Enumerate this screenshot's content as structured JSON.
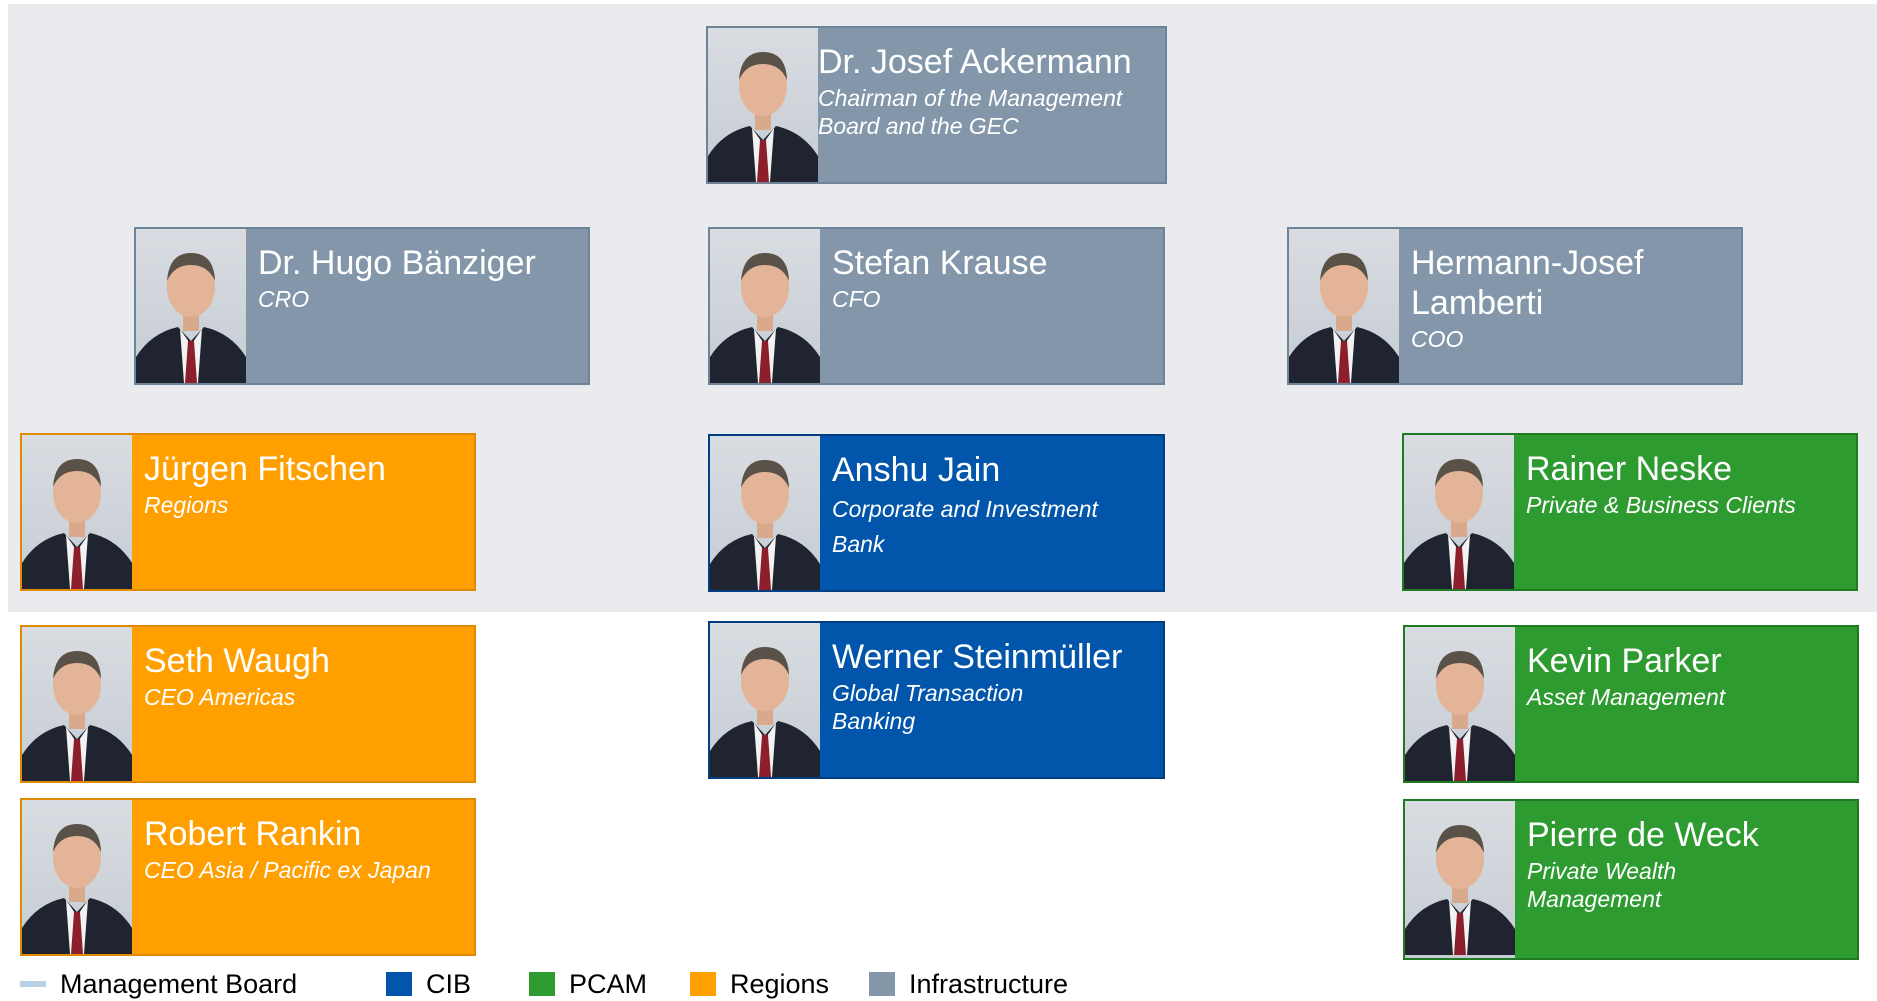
{
  "colors": {
    "board_background": "#e9ebee",
    "cib": "#0155aa",
    "pcam": "#2e9b31",
    "regions": "#ffa000",
    "infrastructure": "#8497aa",
    "management_board": "#b9cfe8"
  },
  "people": {
    "ackermann": {
      "name": "Dr. Josef Ackermann",
      "role": "Chairman of the Management Board and the GEC",
      "group": "Infrastructure"
    },
    "baenziger": {
      "name": "Dr. Hugo Bänziger",
      "role": "CRO",
      "group": "Infrastructure"
    },
    "krause": {
      "name": "Stefan Krause",
      "role": "CFO",
      "group": "Infrastructure"
    },
    "lamberti": {
      "name": "Hermann-Josef Lamberti",
      "role": "COO",
      "group": "Infrastructure"
    },
    "fitschen": {
      "name": "Jürgen Fitschen",
      "role": "Regions",
      "group": "Regions"
    },
    "jain": {
      "name": "Anshu Jain",
      "role": "Corporate and Investment Bank",
      "group": "CIB"
    },
    "neske": {
      "name": "Rainer Neske",
      "role": "Private & Business Clients",
      "group": "PCAM"
    },
    "waugh": {
      "name": "Seth Waugh",
      "role": "CEO Americas",
      "group": "Regions"
    },
    "steinmueller": {
      "name": "Werner Steinmüller",
      "role": "Global Transaction Banking",
      "group": "CIB"
    },
    "parker": {
      "name": "Kevin Parker",
      "role": "Asset Management",
      "group": "PCAM"
    },
    "rankin": {
      "name": "Robert Rankin",
      "role": "CEO Asia / Pacific ex Japan",
      "group": "Regions"
    },
    "deweck": {
      "name": "Pierre de Weck",
      "role": "Private Wealth Management",
      "group": "PCAM"
    }
  },
  "legend": {
    "management_board": "Management Board",
    "cib": "CIB",
    "pcam": "PCAM",
    "regions": "Regions",
    "infrastructure": "Infrastructure"
  }
}
